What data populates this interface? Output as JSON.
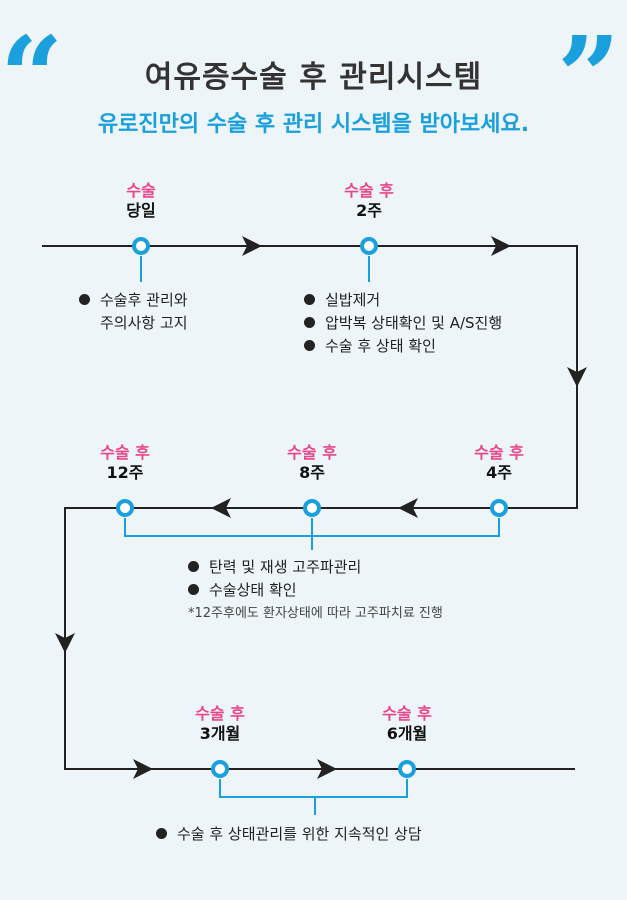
{
  "header": {
    "open_quote": "“",
    "close_quote": "”",
    "title": "여유증수술 후 관리시스템",
    "subtitle": "유로진만의 수술 후 관리 시스템을 받아보세요."
  },
  "stages": {
    "day": {
      "label": "수술",
      "when": "당일"
    },
    "w2": {
      "label": "수술 후",
      "when": "2주"
    },
    "w4": {
      "label": "수술 후",
      "when": "4주"
    },
    "w8": {
      "label": "수술 후",
      "when": "8주"
    },
    "w12": {
      "label": "수술 후",
      "when": "12주"
    },
    "m3": {
      "label": "수술 후",
      "when": "3개월"
    },
    "m6": {
      "label": "수술 후",
      "when": "6개월"
    }
  },
  "notes": {
    "day": [
      "수술후 관리와",
      "주의사항 고지"
    ],
    "w2": [
      "실밥제거",
      "압박복 상태확인 및 A/S진행",
      "수술 후 상태 확인"
    ],
    "w4_12": [
      "탄력 및 재생 고주파관리",
      "수술상태 확인"
    ],
    "w4_12_footnote": "*12주후에도 환자상태에 따라 고주파치료 진행",
    "months": [
      "수술 후 상태관리를 위한 지속적인 상담"
    ]
  },
  "colors": {
    "accent": "#1aa0dc",
    "pink": "#e8468a",
    "line": "#222222"
  }
}
